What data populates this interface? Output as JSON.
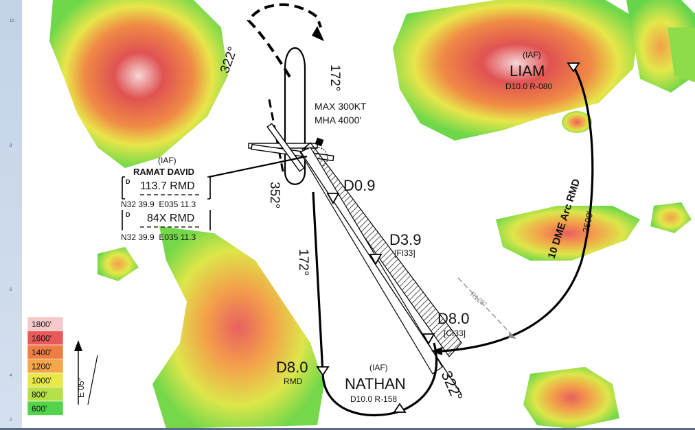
{
  "fixes": {
    "liam": {
      "iaf": "(IAF)",
      "name": "LIAM",
      "sub": "D10.0 R-080"
    },
    "nathan": {
      "iaf": "(IAF)",
      "name": "NATHAN",
      "sub": "D10.0 R-158"
    },
    "d09": {
      "label": "D0.9"
    },
    "d39": {
      "label": "D3.9",
      "sub": "[FI33]"
    },
    "d80_ci": {
      "label": "D8.0",
      "sub": "[CI33]"
    },
    "d80_rmd": {
      "label": "D8.0",
      "sub": "RMD"
    }
  },
  "navaid": {
    "iaf": "(IAF)",
    "name": "RAMAT DAVID",
    "vor_freq": "113.7 RMD",
    "coords1": "N32 39.9  E035 11.3",
    "tacan": "84X RMD",
    "coords2": "N32 39.9  E035 11.3",
    "d_mark": "D"
  },
  "tracks": {
    "hold_heading_inbound": "172°",
    "hold_heading_outbound": "322°",
    "hold_max_speed": "MAX 300KT",
    "hold_mha": "MHA 4000'",
    "course_352": "352°",
    "course_172": "172°",
    "final_course": "322°",
    "radial": "R128°",
    "arc_label": "10 DME Arc RMD",
    "arc_alt": "2500'"
  },
  "legend": {
    "title": "terrain elevation",
    "levels": [
      {
        "label": "1800'",
        "color": "#f5c9c9"
      },
      {
        "label": "1600'",
        "color": "#e85a5a"
      },
      {
        "label": "1400'",
        "color": "#ef7d44"
      },
      {
        "label": "1200'",
        "color": "#f5a54a"
      },
      {
        "label": "1000'",
        "color": "#e8e84a"
      },
      {
        "label": "800'",
        "color": "#b6e04a"
      },
      {
        "label": "600'",
        "color": "#52d44a"
      }
    ]
  },
  "north_arrow": {
    "variation": "E 05°"
  },
  "frame_ticks": [
    "10",
    "8",
    "6",
    "4",
    "2"
  ],
  "colors": {
    "terrain_high": "#e85a5a",
    "terrain_mid": "#f5a54a",
    "terrain_low": "#9fe04a",
    "route": "#000000"
  }
}
